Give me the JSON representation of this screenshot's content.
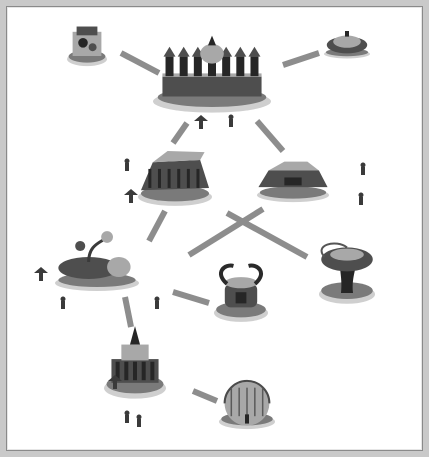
{
  "diagram": {
    "type": "building-tree",
    "background": "#ffffff",
    "frame_border": "#8a8a8a",
    "link_color": "#8d8d8d",
    "nodes": [
      {
        "id": "small-shrine",
        "icon": "shrine-building-icon"
      },
      {
        "id": "main-citadel",
        "icon": "citadel-building-icon"
      },
      {
        "id": "dome-pavilion",
        "icon": "dome-building-icon"
      },
      {
        "id": "large-hall",
        "icon": "hall-building-icon"
      },
      {
        "id": "barracks",
        "icon": "barracks-building-icon"
      },
      {
        "id": "tree-hut",
        "icon": "tree-hut-building-icon"
      },
      {
        "id": "horned-tower",
        "icon": "horned-tower-building-icon"
      },
      {
        "id": "twisted-tree",
        "icon": "twisted-tree-building-icon"
      },
      {
        "id": "spire-temple",
        "icon": "spire-temple-building-icon"
      },
      {
        "id": "glass-dome",
        "icon": "glass-dome-building-icon"
      }
    ],
    "links": [
      [
        "small-shrine",
        "main-citadel"
      ],
      [
        "main-citadel",
        "dome-pavilion"
      ],
      [
        "main-citadel",
        "large-hall"
      ],
      [
        "main-citadel",
        "barracks"
      ],
      [
        "large-hall",
        "twisted-tree"
      ],
      [
        "barracks",
        "tree-hut"
      ],
      [
        "large-hall",
        "tree-hut"
      ],
      [
        "tree-hut",
        "horned-tower"
      ],
      [
        "tree-hut",
        "spire-temple"
      ],
      [
        "spire-temple",
        "glass-dome"
      ]
    ]
  }
}
